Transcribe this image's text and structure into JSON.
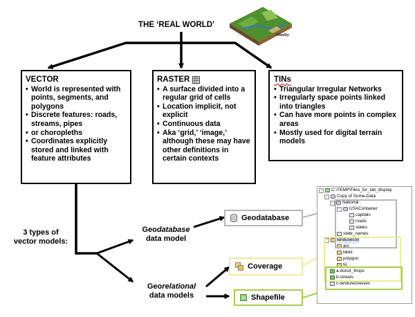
{
  "title": "THE ‘REAL WORLD’",
  "reality_image": {
    "caption": "Reality"
  },
  "vector": {
    "heading": "VECTOR",
    "bullets": [
      "World is represented with points, segments, and polygons",
      "Discrete features: roads, streams, pipes",
      "or choropleths",
      "Coordinates explicitly stored and linked with feature attributes"
    ]
  },
  "raster": {
    "heading": "RASTER",
    "bullets": [
      "A surface divided into a regular grid of cells",
      "Location implicit, not explicit",
      "Continuous data",
      "Aka ‘grid,’ ‘image,’ although these may have other definitions in certain contexts"
    ]
  },
  "tins": {
    "heading": "TINs",
    "bullets": [
      "Triangular Irregular Networks",
      "Irregularly space points linked into triangles",
      "Can have more points in complex areas",
      "Mostly used for digital terrain models"
    ]
  },
  "vector_models_label": {
    "line1": "3 types of",
    "line2": "vector models:"
  },
  "geodatabase_model": {
    "prefix": "Geo",
    "italic": "database",
    "line2": "data model"
  },
  "georelational_model": {
    "prefix": "Geo",
    "italic": "relational",
    "line2": "data models"
  },
  "formats": {
    "geodatabase": "Geodatabase",
    "coverage": "Coverage",
    "shapefile": "Shapefile"
  },
  "colors": {
    "geodatabase_border": "#b5b5b5",
    "coverage_border": "#ecec9a",
    "shapefile_border": "#a9cc4a"
  },
  "tree": {
    "root": "C:\\TEMP\\Files_for_lab_display",
    "geodb": "Copy of Some-Data",
    "national": "National",
    "usacontainer": "USAContainer",
    "capitals": "capitals",
    "roads": "roads",
    "states": "states",
    "state_names": "state_names",
    "landusecov": "landusecov",
    "arc": "arc",
    "label": "label",
    "polygon": "polygon",
    "tic": "tic",
    "donut": "a-donut_thops",
    "bstreets": "b-streets",
    "classes": "c-landuseclasses"
  }
}
